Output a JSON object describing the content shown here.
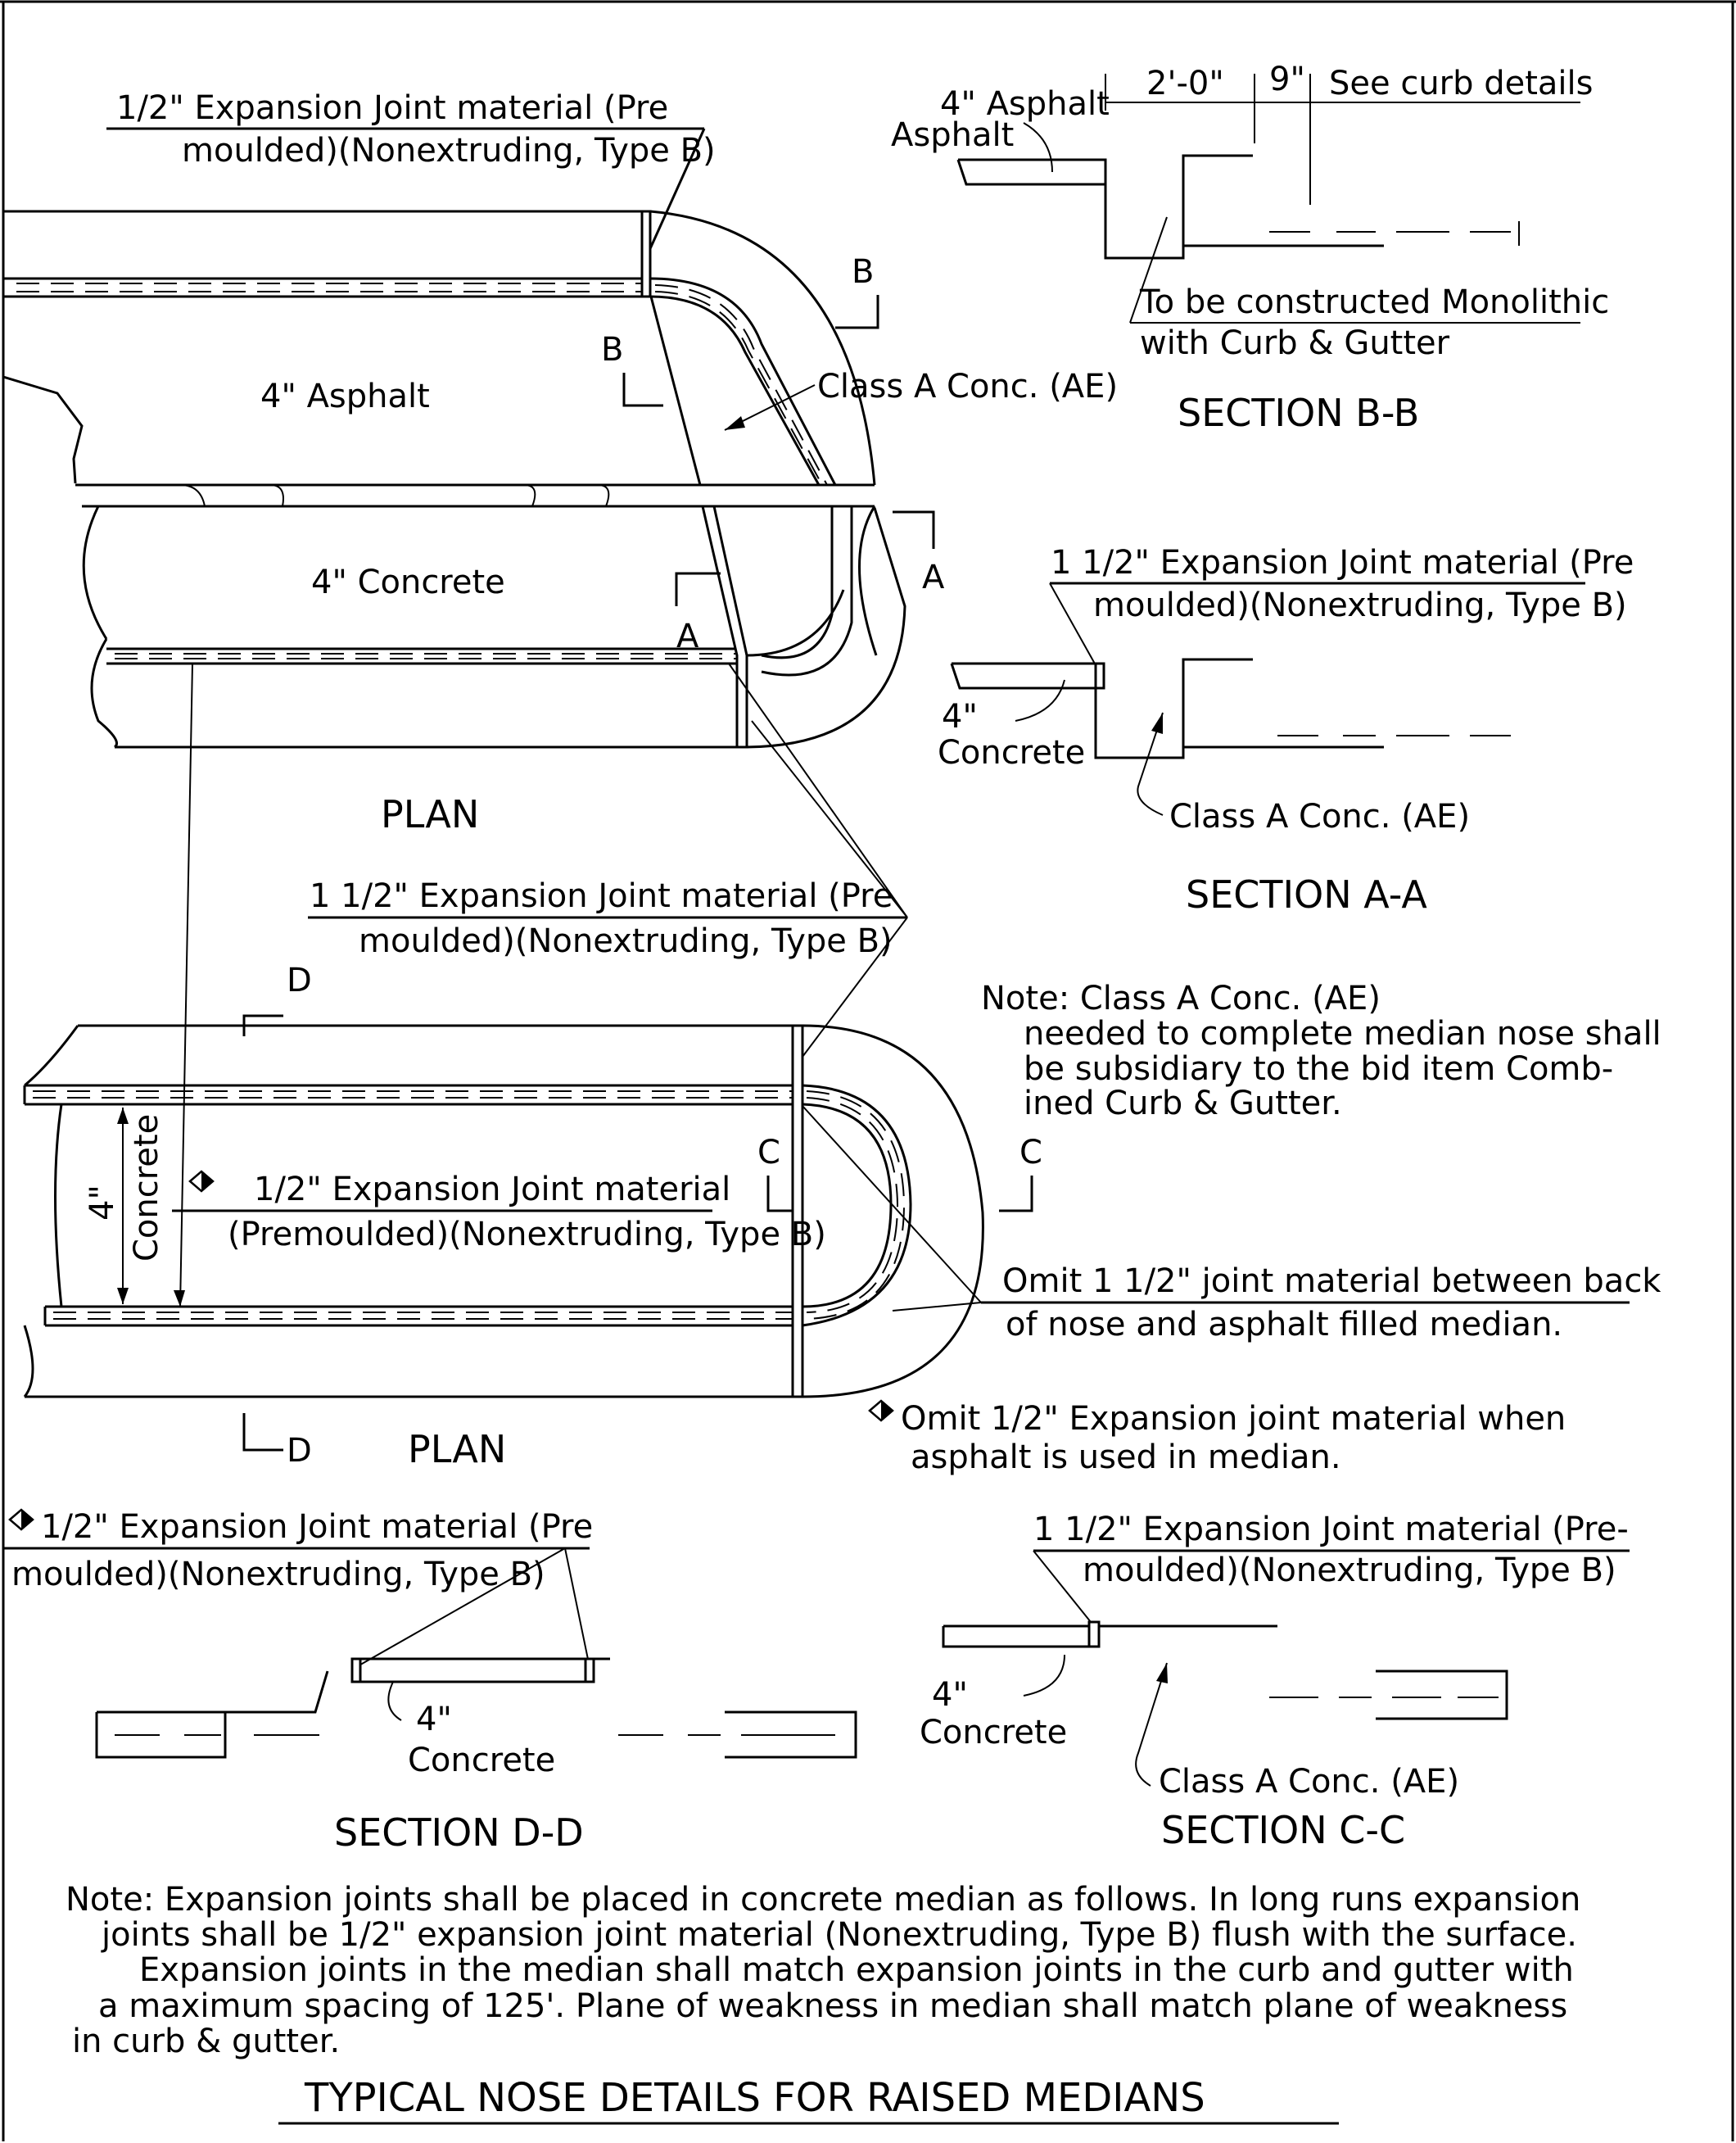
{
  "plan_top": {
    "callout_joint_line1": "1/2\" Expansion Joint material (Pre",
    "callout_joint_line2": "moulded)(Nonextruding, Type B)",
    "label_asphalt": "4\" Asphalt",
    "label_concrete": "4\" Concrete",
    "label_class_a": "Class A Conc. (AE)",
    "cut_b": "B",
    "cut_a": "A",
    "title": "PLAN"
  },
  "section_bb": {
    "dim_width": "2'-0\"",
    "dim_gutter": "9\"",
    "see_curb": "See curb details",
    "asphalt_line1": "4\" Asphalt",
    "asphalt_line2": "Asphalt",
    "monolithic_line1": "To be constructed Monolithic",
    "monolithic_line2": "with Curb & Gutter",
    "title": "SECTION B-B"
  },
  "section_aa": {
    "joint_line1": "1 1/2\" Expansion Joint material (Pre",
    "joint_line2": "moulded)(Nonextruding, Type B)",
    "concrete_line1": "4\"",
    "concrete_line2": "Concrete",
    "class_a": "Class A Conc. (AE)",
    "title": "SECTION A-A"
  },
  "plan_bottom": {
    "joint_line1": "1 1/2\" Expansion Joint material (Pre",
    "joint_line2": "moulded)(Nonextruding, Type B)",
    "inner_joint_line1": "1/2\" Expansion Joint material",
    "inner_joint_line2": "(Premoulded)(Nonextruding, Type B)",
    "dim_4": "4\"",
    "concrete_vertical": "Concrete",
    "cut_c": "C",
    "cut_d": "D",
    "omit_line1": "Omit 1 1/2\" joint material between back",
    "omit_line2": "of nose and asphalt filled median.",
    "omit_half_line1": "Omit 1/2\" Expansion joint material when",
    "omit_half_line2": "asphalt is used in median.",
    "title": "PLAN"
  },
  "note_class_a": {
    "line1": "Note: Class A Conc. (AE)",
    "line2": "needed to complete median nose shall",
    "line3": "be subsidiary to the bid item Comb-",
    "line4": "ined Curb & Gutter."
  },
  "section_dd": {
    "joint_line1": "1/2\" Expansion Joint material (Pre",
    "joint_line2": "moulded)(Nonextruding, Type B)",
    "concrete_line1": "4\"",
    "concrete_line2": "Concrete",
    "title": "SECTION D-D"
  },
  "section_cc": {
    "joint_line1": "1 1/2\" Expansion Joint material (Pre-",
    "joint_line2": "moulded)(Nonextruding, Type B)",
    "concrete_line1": "4\"",
    "concrete_line2": "Concrete",
    "class_a": "Class A Conc. (AE)",
    "title": "SECTION C-C"
  },
  "bottom_note": {
    "line1": "Note: Expansion joints shall be placed in concrete median as follows. In long runs expansion",
    "line2": "joints shall be 1/2\" expansion joint material (Nonextruding, Type B) flush with the surface.",
    "line3": "Expansion joints in the median shall match expansion joints in the curb and gutter with",
    "line4": "a maximum spacing of 125'. Plane of weakness in median shall match plane of weakness",
    "line5": "in curb & gutter."
  },
  "drawing_title": "TYPICAL NOSE DETAILS FOR RAISED MEDIANS"
}
